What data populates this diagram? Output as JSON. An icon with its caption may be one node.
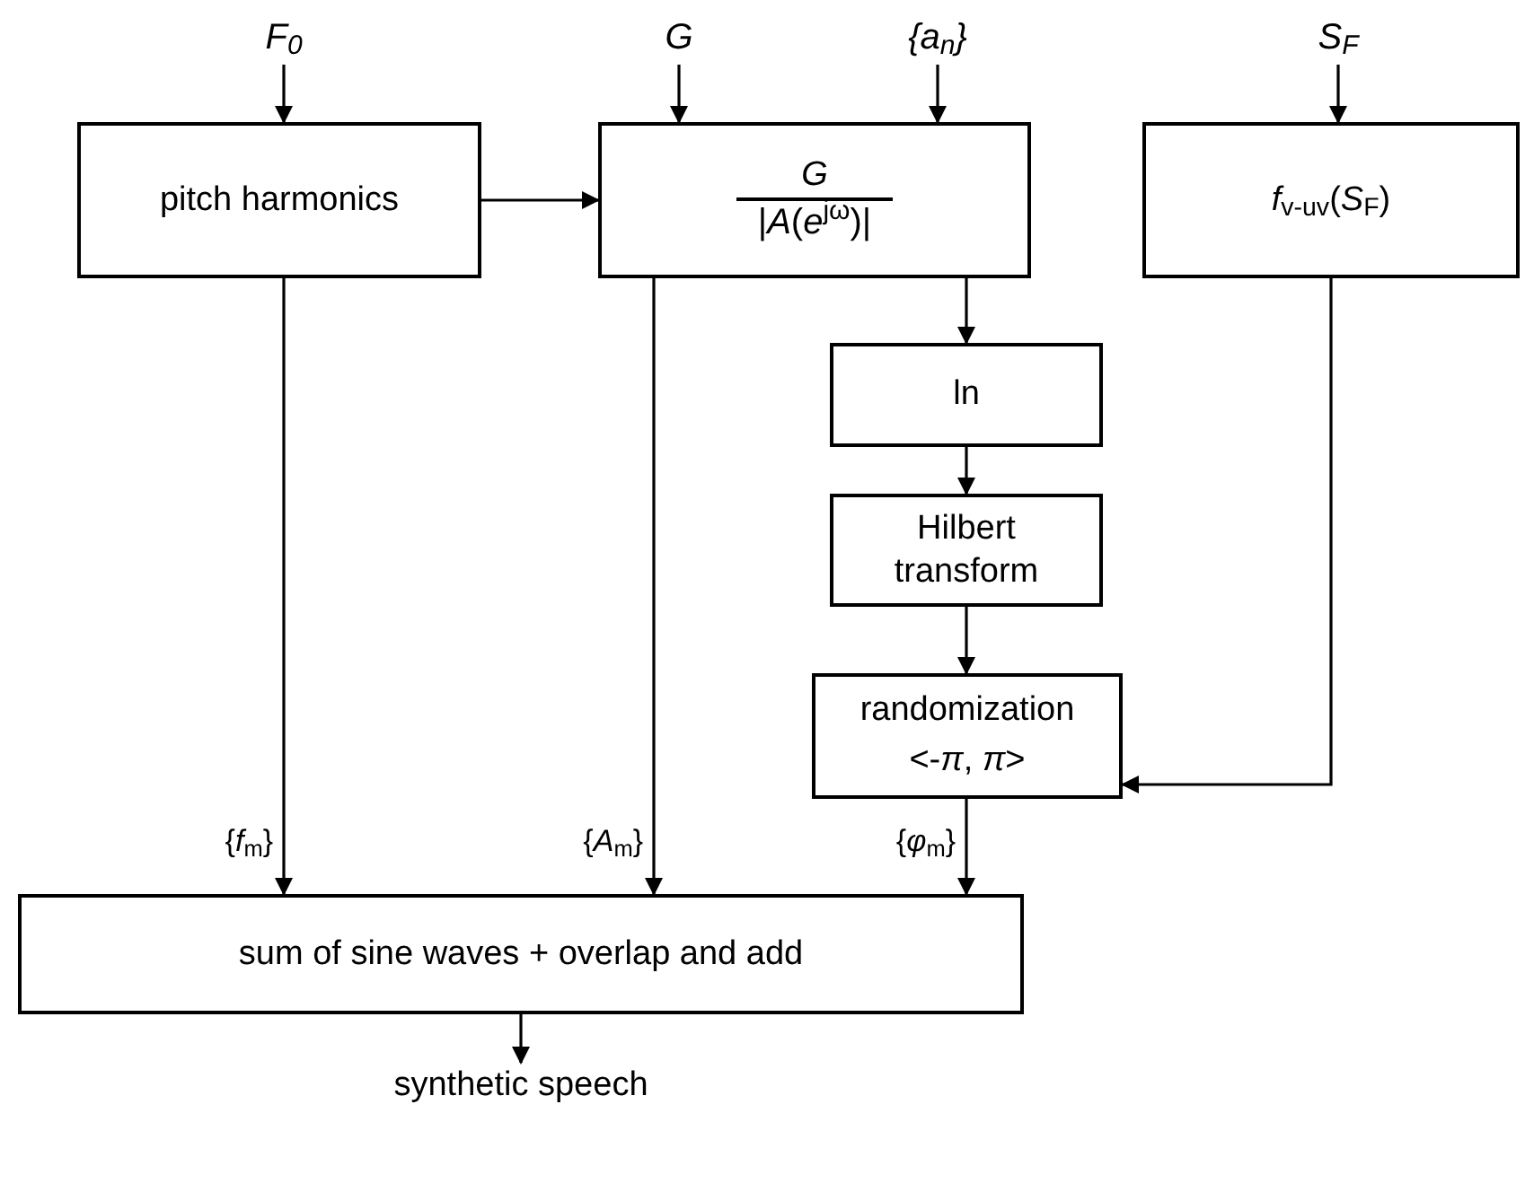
{
  "diagram": {
    "nodes": [
      {
        "text": [
          "*F*$_{0}$"
        ]
      },
      {
        "text": [
          "*G*"
        ]
      },
      {
        "text": [
          "{*a*$_{n}$}"
        ]
      },
      {
        "text": [
          "*S*$_{F}$"
        ]
      },
      {
        "text": [
          "pitch harmonics"
        ]
      },
      {
        "text": [
          "*G*",
          "|*A*(*e*$^{jω}$)|"
        ]
      },
      {
        "text": [
          "*f*$_{v-uv}$(*S*$_{F}$)"
        ]
      },
      {
        "text": [
          "ln"
        ]
      },
      {
        "text": [
          "Hilbert transform"
        ]
      },
      {
        "text": [
          "randomization",
          "<-*π*, *π*>"
        ]
      },
      {
        "text": [
          "sum of sine waves + overlap and add"
        ]
      },
      {
        "text": [
          "synthetic speech"
        ]
      }
    ],
    "edges": [
      {
        "from": 0,
        "to": 4,
        "arrow": "to"
      },
      {
        "from": 1,
        "to": 5,
        "arrow": "to"
      },
      {
        "from": 2,
        "to": 5,
        "arrow": "to"
      },
      {
        "from": 3,
        "to": 6,
        "arrow": "to"
      },
      {
        "from": 4,
        "to": 5,
        "arrow": "to"
      },
      {
        "from": 5,
        "to": 7,
        "arrow": "to"
      },
      {
        "from": 7,
        "to": 8,
        "arrow": "to"
      },
      {
        "from": 8,
        "to": 9,
        "arrow": "to"
      },
      {
        "from": 6,
        "to": 9,
        "arrow": "to"
      },
      {
        "from": 4,
        "to": 10,
        "arrow": "to",
        "label": "{*f*$_{m}$}"
      },
      {
        "from": 5,
        "to": 10,
        "arrow": "to",
        "label": "{*A*$_{m}$}"
      },
      {
        "from": 9,
        "to": 10,
        "arrow": "to",
        "label": "{*φ*$_{m}$}"
      },
      {
        "from": 10,
        "to": 11,
        "arrow": "to"
      }
    ]
  }
}
